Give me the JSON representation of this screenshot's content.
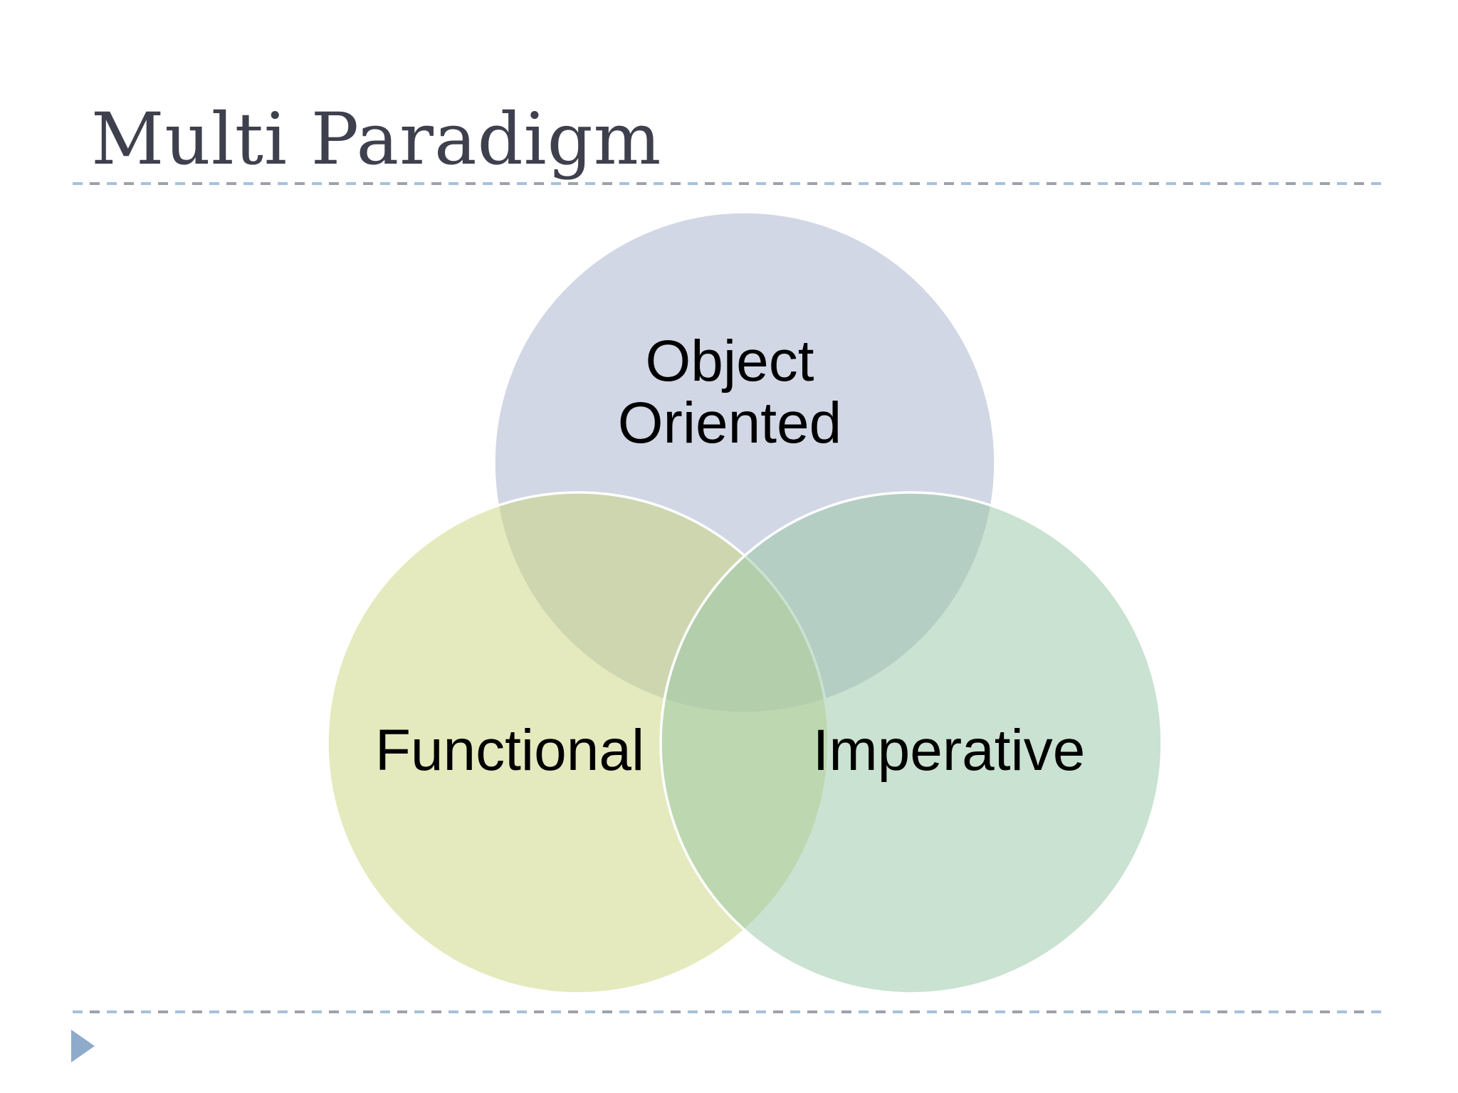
{
  "slide": {
    "title": "Multi Paradigm",
    "title_color": "#3E404D",
    "background_color": "#FFFFFF"
  },
  "decorations": {
    "dash_blue": "#A6C1DB",
    "dash_gray": "#9DA2AA",
    "advance_arrow_color": "#8FABCB"
  },
  "venn": {
    "type": "venn",
    "label_color": "#000000",
    "circle_stroke_color": "#FFFFFF",
    "fill_opacity": "0.5",
    "circles": [
      {
        "name": "Object Oriented",
        "lines": [
          "Object",
          "Oriented"
        ],
        "base_color": "#A5AFCB",
        "rendered_fill": "#D2D7E5"
      },
      {
        "name": "Functional",
        "lines": [
          "Functional"
        ],
        "base_color": "#C9D57B",
        "rendered_fill": "#E4EABD"
      },
      {
        "name": "Imperative",
        "lines": [
          "Imperative"
        ],
        "base_color": "#95C5A3",
        "rendered_fill": "#CAE2D1"
      }
    ],
    "overlap_colors": {
      "object_functional": "#CED6B0",
      "object_imperative": "#B3CFC4",
      "functional_imperative": "#BFD9AE",
      "center": "#B4CFA8"
    }
  }
}
